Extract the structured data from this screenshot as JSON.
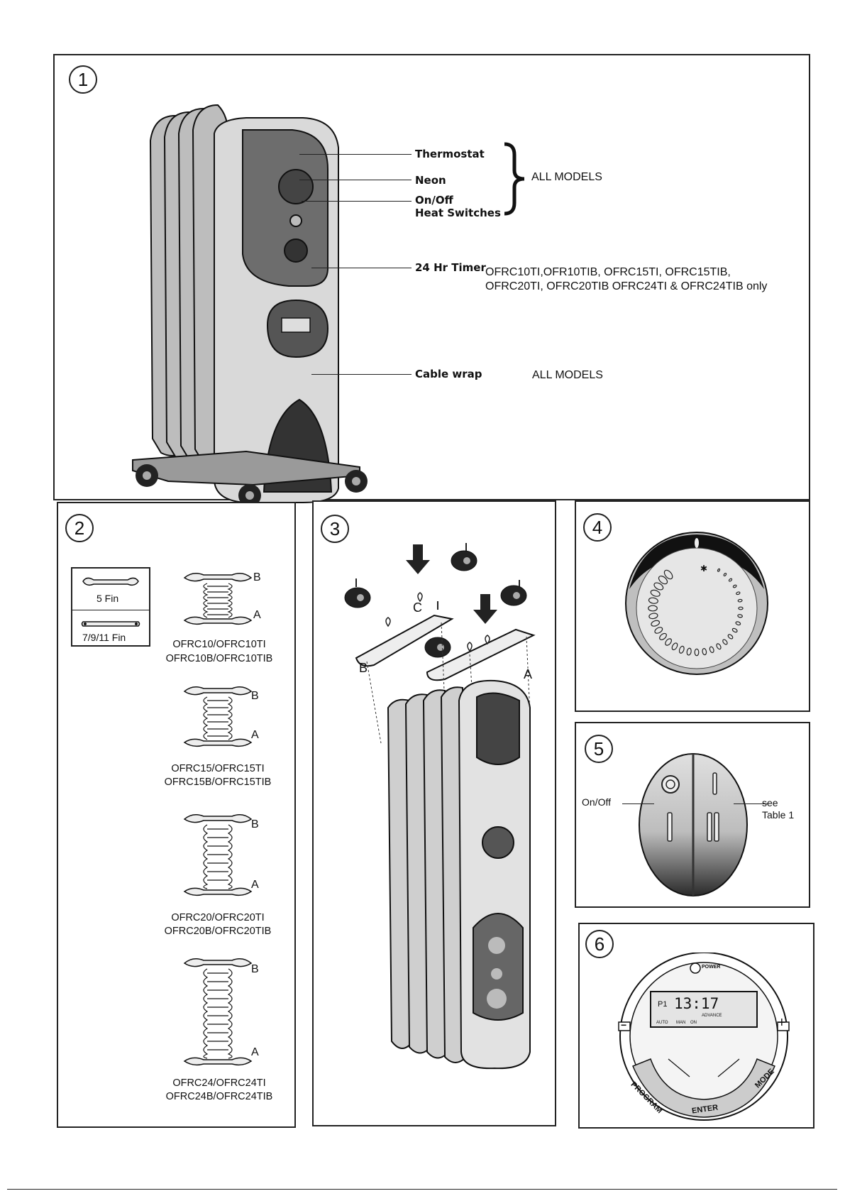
{
  "panel1": {
    "number": "1",
    "labels": {
      "thermostat": "Thermostat",
      "neon": "Neon",
      "onoff": "On/Off",
      "heat_switches": "Heat Switches",
      "timer": "24 Hr Timer",
      "cable_wrap": "Cable wrap"
    },
    "all_models_1": "ALL MODELS",
    "timer_models_line1": "OFRC10TI,OFR10TIB, OFRC15TI, OFRC15TIB,",
    "timer_models_line2": "OFRC20TI, OFRC20TIB OFRC24TI & OFRC24TIB only",
    "all_models_2": "ALL MODELS"
  },
  "panel2": {
    "number": "2",
    "legend": {
      "fin5": "5 Fin",
      "fin7911": "7/9/11 Fin"
    },
    "assemblies": [
      {
        "b": "B",
        "a": "A",
        "line1": "OFRC10/OFRC10TI",
        "line2": "OFRC10B/OFRC10TIB"
      },
      {
        "b": "B",
        "a": "A",
        "line1": "OFRC15/OFRC15TI",
        "line2": "OFRC15B/OFRC15TIB"
      },
      {
        "b": "B",
        "a": "A",
        "line1": "OFRC20/OFRC20TI",
        "line2": "OFRC20B/OFRC20TIB"
      },
      {
        "b": "B",
        "a": "A",
        "line1": "OFRC24/OFRC24TI",
        "line2": "OFRC24B/OFRC24TIB"
      }
    ]
  },
  "panel3": {
    "number": "3",
    "b": "B",
    "c": "C",
    "a": "A"
  },
  "panel4": {
    "number": "4"
  },
  "panel5": {
    "number": "5",
    "onoff": "On/Off",
    "see1": "see",
    "see2": "Table 1"
  },
  "panel6": {
    "number": "6",
    "power": "POWER",
    "time": "13:17",
    "program_label": "P1",
    "advance": "ADVANCE",
    "modes": [
      "AUTO",
      "MAN",
      "ON"
    ],
    "minus": "−",
    "plus": "+",
    "program": "PROGRAM",
    "enter": "ENTER",
    "mode": "MODE"
  }
}
